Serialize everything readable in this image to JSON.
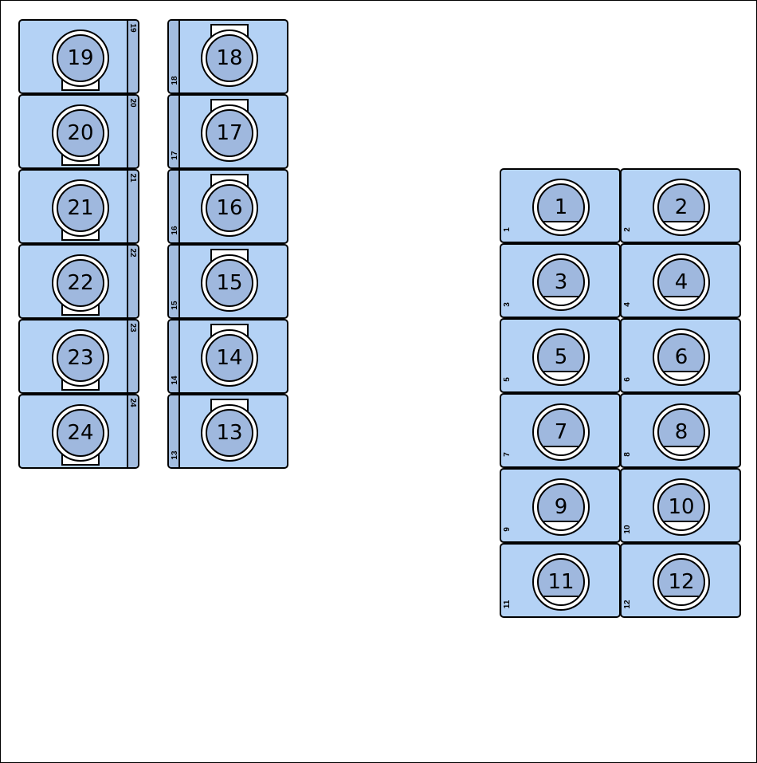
{
  "colors": {
    "module_fill": "#b4d2f5",
    "strip_fill": "#a3bde0",
    "cap_fill": "#9fb8de",
    "outline": "#000000",
    "background": "#ffffff"
  },
  "modules": [
    {
      "id": 1,
      "label": "1",
      "small_label": "1",
      "style": "plain",
      "tab": "bottom-cut"
    },
    {
      "id": 2,
      "label": "2",
      "small_label": "2",
      "style": "plain",
      "tab": "bottom-cut"
    },
    {
      "id": 3,
      "label": "3",
      "small_label": "3",
      "style": "plain",
      "tab": "bottom-cut"
    },
    {
      "id": 4,
      "label": "4",
      "small_label": "4",
      "style": "plain",
      "tab": "bottom-cut"
    },
    {
      "id": 5,
      "label": "5",
      "small_label": "5",
      "style": "plain",
      "tab": "bottom-cut"
    },
    {
      "id": 6,
      "label": "6",
      "small_label": "6",
      "style": "plain",
      "tab": "bottom-cut"
    },
    {
      "id": 7,
      "label": "7",
      "small_label": "7",
      "style": "plain",
      "tab": "bottom-cut"
    },
    {
      "id": 8,
      "label": "8",
      "small_label": "8",
      "style": "plain",
      "tab": "bottom-cut"
    },
    {
      "id": 9,
      "label": "9",
      "small_label": "9",
      "style": "plain",
      "tab": "bottom-cut"
    },
    {
      "id": 10,
      "label": "10",
      "small_label": "10",
      "style": "plain",
      "tab": "bottom-cut"
    },
    {
      "id": 11,
      "label": "11",
      "small_label": "11",
      "style": "plain",
      "tab": "bottom-cut"
    },
    {
      "id": 12,
      "label": "12",
      "small_label": "12",
      "style": "plain",
      "tab": "bottom-cut"
    },
    {
      "id": 13,
      "label": "13",
      "small_label": "13",
      "style": "strip-left",
      "tab": "top"
    },
    {
      "id": 14,
      "label": "14",
      "small_label": "14",
      "style": "strip-left",
      "tab": "top"
    },
    {
      "id": 15,
      "label": "15",
      "small_label": "15",
      "style": "strip-left",
      "tab": "top"
    },
    {
      "id": 16,
      "label": "16",
      "small_label": "16",
      "style": "strip-left",
      "tab": "top"
    },
    {
      "id": 17,
      "label": "17",
      "small_label": "17",
      "style": "strip-left",
      "tab": "top"
    },
    {
      "id": 18,
      "label": "18",
      "small_label": "18",
      "style": "strip-left",
      "tab": "top"
    },
    {
      "id": 19,
      "label": "19",
      "small_label": "19",
      "style": "strip-right",
      "tab": "bottom"
    },
    {
      "id": 20,
      "label": "20",
      "small_label": "20",
      "style": "strip-right",
      "tab": "bottom"
    },
    {
      "id": 21,
      "label": "21",
      "small_label": "21",
      "style": "strip-right",
      "tab": "bottom"
    },
    {
      "id": 22,
      "label": "22",
      "small_label": "22",
      "style": "strip-right",
      "tab": "bottom"
    },
    {
      "id": 23,
      "label": "23",
      "small_label": "23",
      "style": "strip-right",
      "tab": "bottom"
    },
    {
      "id": 24,
      "label": "24",
      "small_label": "24",
      "style": "strip-right",
      "tab": "bottom"
    }
  ]
}
